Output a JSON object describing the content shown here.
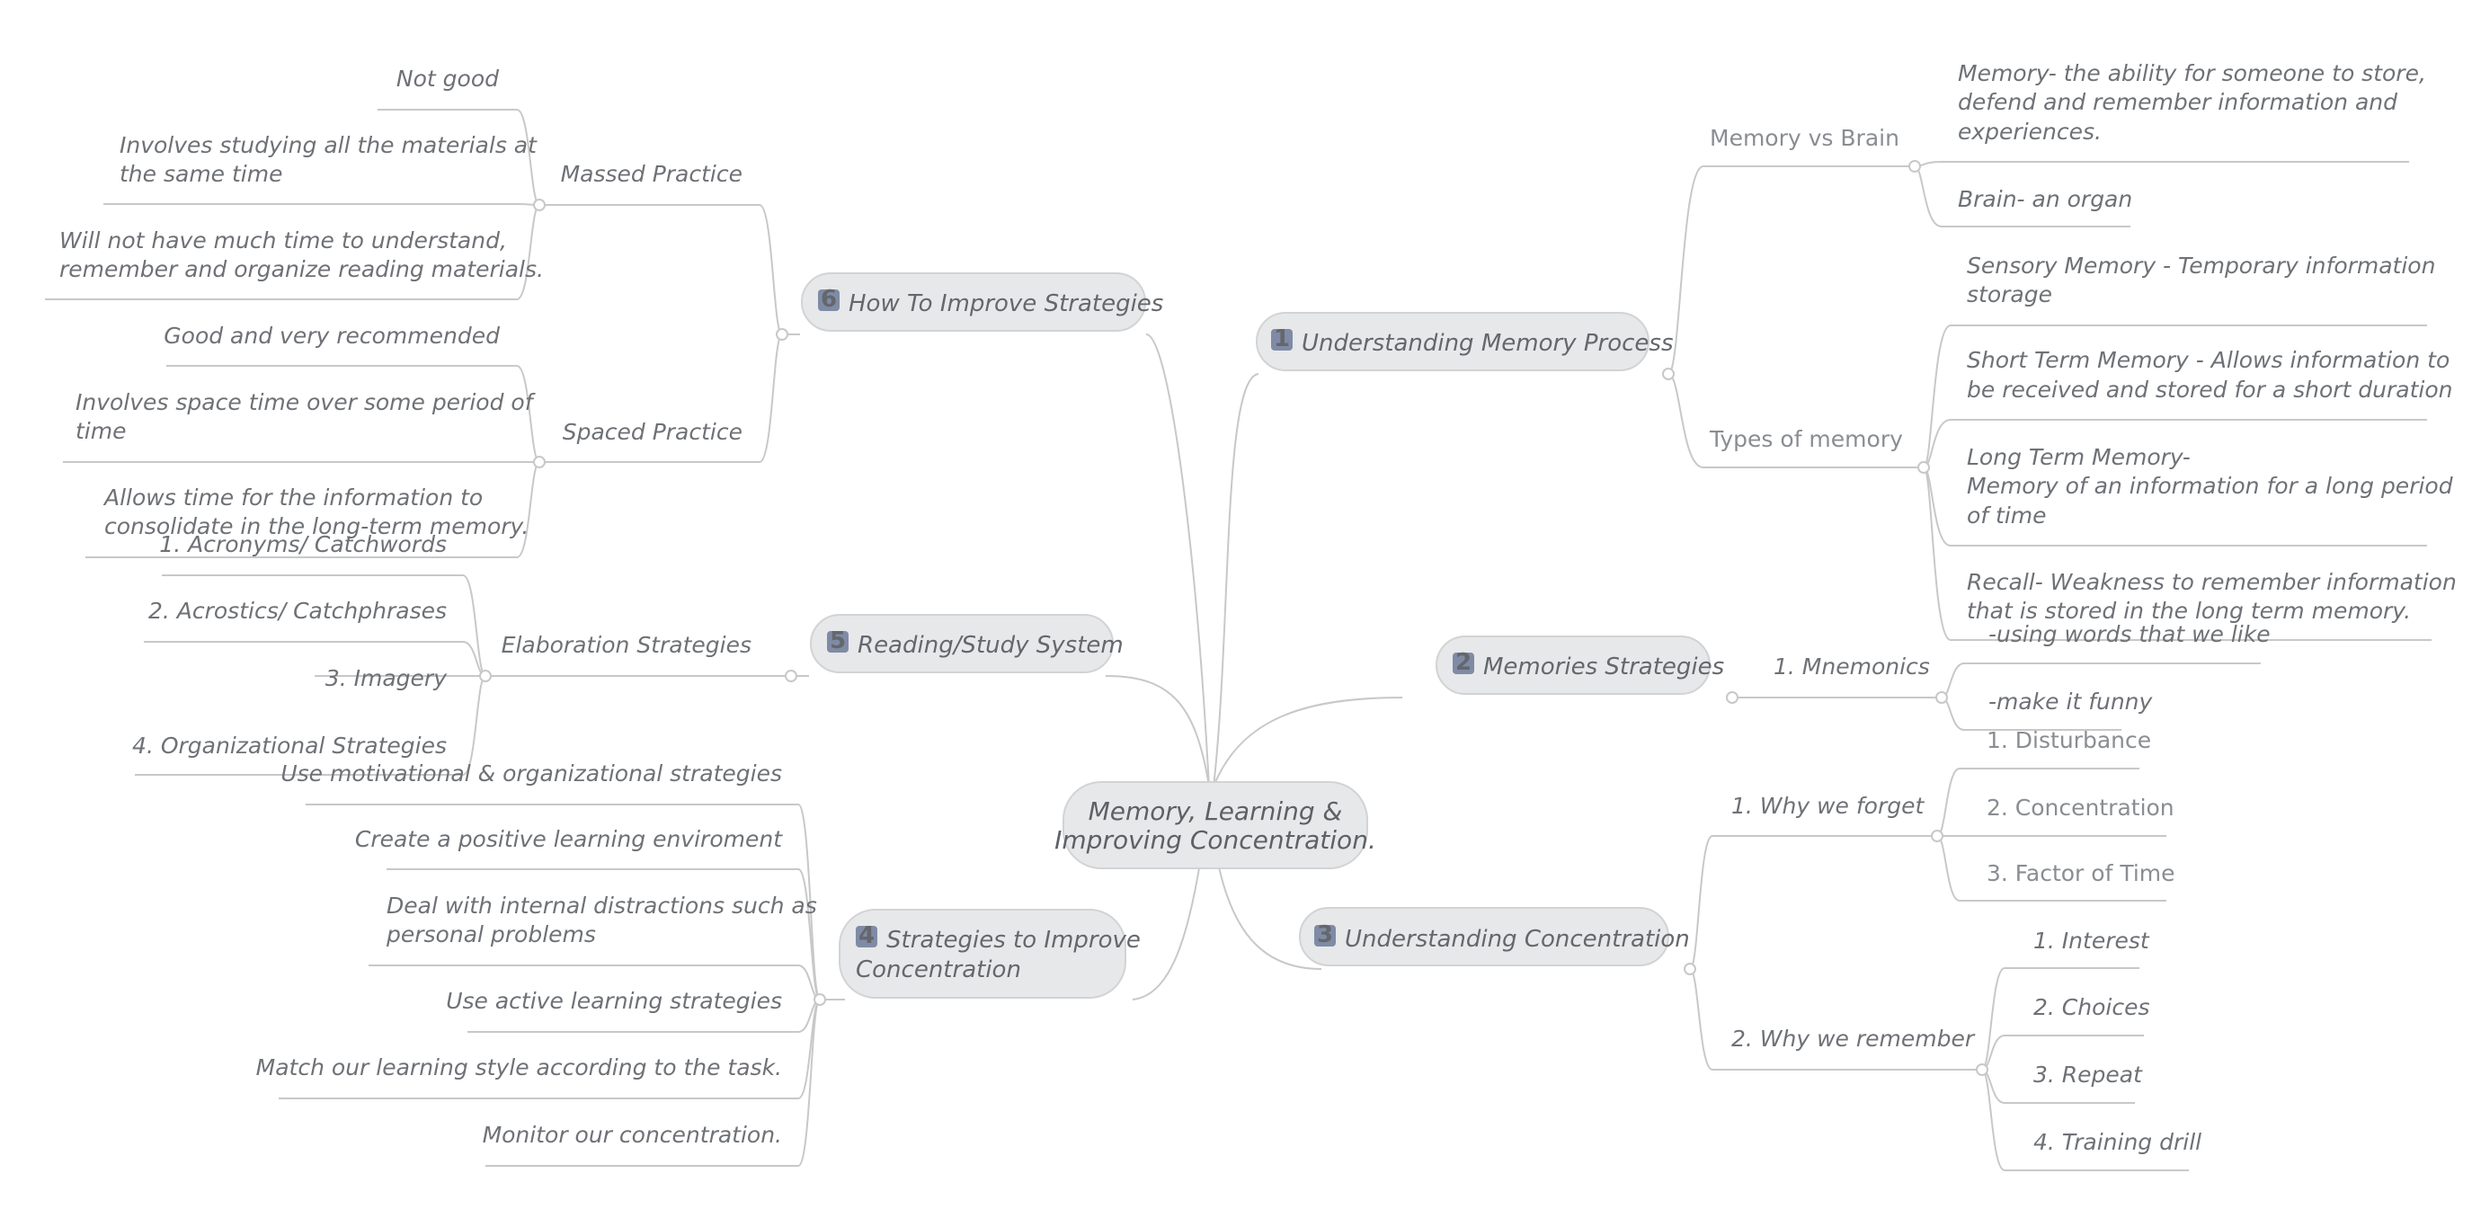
{
  "colors": {
    "background": "#ffffff",
    "topic_fill": "#e7e8e9",
    "connector": "#c8c8c8",
    "text": "#6a6d72",
    "badge": "#7f8ba6"
  },
  "central_topic": {
    "lines": [
      "Memory, Learning &",
      "Improving Concentration."
    ]
  },
  "topics": {
    "t1": {
      "badge": "1",
      "lines": [
        "Understanding Memory Process"
      ]
    },
    "t2": {
      "badge": "2",
      "lines": [
        "Memories Strategies"
      ]
    },
    "t3": {
      "badge": "3",
      "lines": [
        "Understanding Concentration"
      ]
    },
    "t4": {
      "badge": "4",
      "lines": [
        "Strategies to Improve",
        "Concentration"
      ]
    },
    "t5": {
      "badge": "5",
      "lines": [
        "Reading/Study System"
      ]
    },
    "t6": {
      "badge": "6",
      "lines": [
        "How To Improve Strategies"
      ]
    }
  },
  "subtopics": {
    "memory_vs_brain": [
      "Memory vs Brain"
    ],
    "types_of_memory": [
      "Types of memory"
    ],
    "mnemonics": [
      "1. Mnemonics"
    ],
    "why_forget": [
      "1. Why we forget"
    ],
    "why_remember": [
      "2. Why we remember"
    ],
    "massed_practice": [
      "Massed Practice"
    ],
    "spaced_practice": [
      "Spaced Practice"
    ],
    "elaboration": [
      "Elaboration Strategies"
    ]
  },
  "leaves": {
    "mvb_1": [
      "Memory- the ability for someone to store,",
      "defend and remember information and",
      "experiences."
    ],
    "mvb_2": [
      "Brain- an organ"
    ],
    "tom_1": [
      "Sensory Memory - Temporary information",
      "storage"
    ],
    "tom_2": [
      "Short Term Memory - Allows information to",
      "be received and stored for a short duration"
    ],
    "tom_3": [
      "Long Term Memory-",
      "Memory of an information for a long period",
      "of time"
    ],
    "tom_4": [
      "Recall- Weakness to remember information",
      "that is stored in the long term memory."
    ],
    "mn_1": [
      "-using words that we like"
    ],
    "mn_2": [
      "-make it funny"
    ],
    "wf_1": [
      "1. Disturbance"
    ],
    "wf_2": [
      "2. Concentration"
    ],
    "wf_3": [
      "3. Factor of Time"
    ],
    "wr_1": [
      "1. Interest"
    ],
    "wr_2": [
      "2. Choices"
    ],
    "wr_3": [
      "3. Repeat"
    ],
    "wr_4": [
      "4. Training drill"
    ],
    "mp_1": [
      "Not good"
    ],
    "mp_2": [
      "Involves studying all the materials at",
      "the same time"
    ],
    "mp_3": [
      "Will not have much time to understand,",
      "remember and organize reading materials."
    ],
    "sp_1": [
      "Good and very recommended"
    ],
    "sp_2": [
      "Involves space time over some period of",
      "time"
    ],
    "sp_3": [
      "Allows time for the information to",
      "consolidate in the long-term memory."
    ],
    "el_1": [
      "1. Acronyms/ Catchwords"
    ],
    "el_2": [
      "2. Acrostics/ Catchphrases"
    ],
    "el_3": [
      "3. Imagery"
    ],
    "el_4": [
      "4. Organizational Strategies"
    ],
    "c4_1": [
      "Use motivational & organizational strategies"
    ],
    "c4_2": [
      "Create a positive learning enviroment"
    ],
    "c4_3": [
      "Deal with internal distractions such as",
      "personal problems"
    ],
    "c4_4": [
      "Use active learning strategies"
    ],
    "c4_5": [
      "Match our learning style according to the task."
    ],
    "c4_6": [
      "Monitor our concentration."
    ]
  }
}
